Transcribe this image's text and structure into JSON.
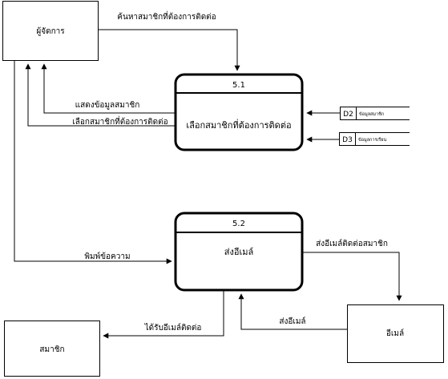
{
  "entities": {
    "manager": "ผู้จัดการ",
    "member": "สมาชิก",
    "email": "อีเมล์"
  },
  "processes": [
    {
      "id": "5.1",
      "name": "เลือกสมาชิกที่ต้องการติดต่อ"
    },
    {
      "id": "5.2",
      "name": "ส่งอีเมล์"
    }
  ],
  "datastores": [
    {
      "id": "D2",
      "name": "ข้อมูลสมาชิก"
    },
    {
      "id": "D3",
      "name": "ข้อมูลการเรียน"
    }
  ],
  "flows": {
    "search_member": "ค้นหาสมาชิกที่ต้องการติดต่อ",
    "show_member_data": "แสดงข้อมูลสมาชิก",
    "select_member": "เลือกสมาชิกที่ต้องการติดต่อ",
    "type_message": "พิมพ์ข้อความ",
    "send_email_contact": "ส่งอีเมล์ติดต่อสมาชิก",
    "send_email": "ส่งอีเมล์",
    "receive_email": "ได้รับอีเมล์ติดต่อ"
  }
}
